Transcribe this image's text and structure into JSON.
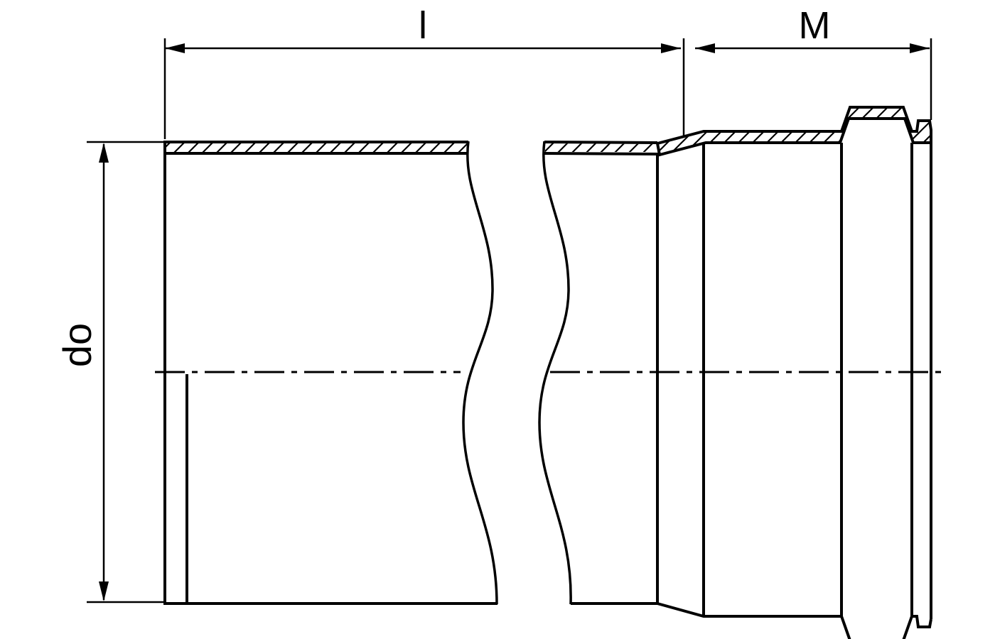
{
  "dimensions": {
    "length": {
      "label": "l"
    },
    "socket": {
      "label": "M"
    },
    "outer_diameter": {
      "label": "do"
    }
  },
  "colors": {
    "line": "#000000",
    "background": "#ffffff"
  }
}
